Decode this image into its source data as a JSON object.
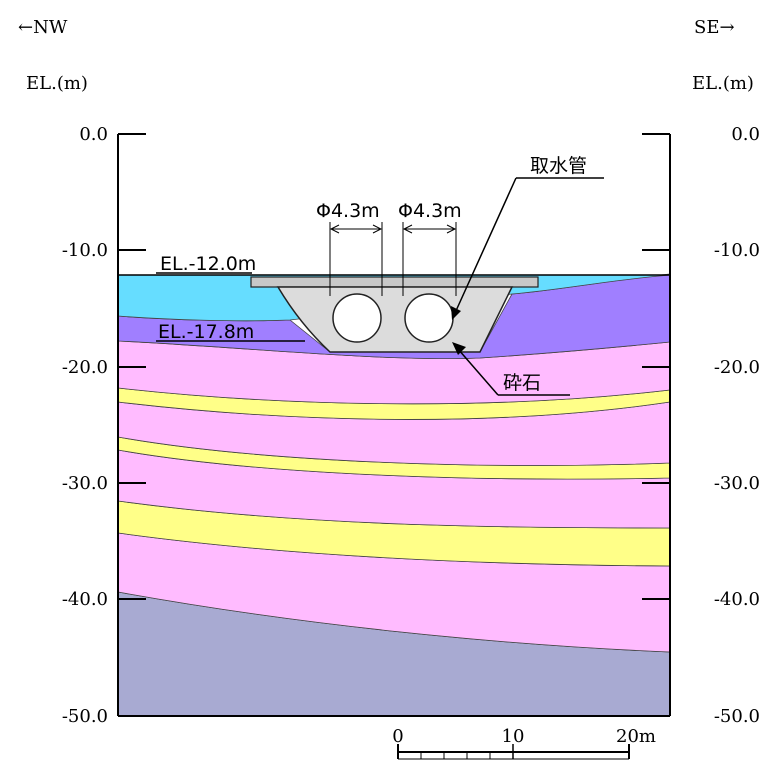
{
  "direction": {
    "left": "←NW",
    "right": "SE→"
  },
  "axis": {
    "unit_label_left": "EL.(m)",
    "unit_label_right": "EL.(m)",
    "ticks": [
      "0.0",
      "-10.0",
      "-20.0",
      "-30.0",
      "-40.0",
      "-50.0"
    ]
  },
  "annotations": {
    "pipe_label": "取水管",
    "gravel_label": "砕石",
    "diameter_1": "Φ4.3m",
    "diameter_2": "Φ4.3m",
    "el_top": "EL.-12.0m",
    "el_bottom": "EL.-17.8m"
  },
  "scale_bar": {
    "labels": [
      "0",
      "10",
      "20m"
    ]
  },
  "colors": {
    "top_layer": "#66ddff",
    "purple_layer": "#a07fff",
    "pink_layer": "#ffbbff",
    "yellow_layer": "#ffff88",
    "bedrock": "#a8aad2",
    "structure": "#dcdcdc",
    "slab": "#c8c8c8"
  }
}
